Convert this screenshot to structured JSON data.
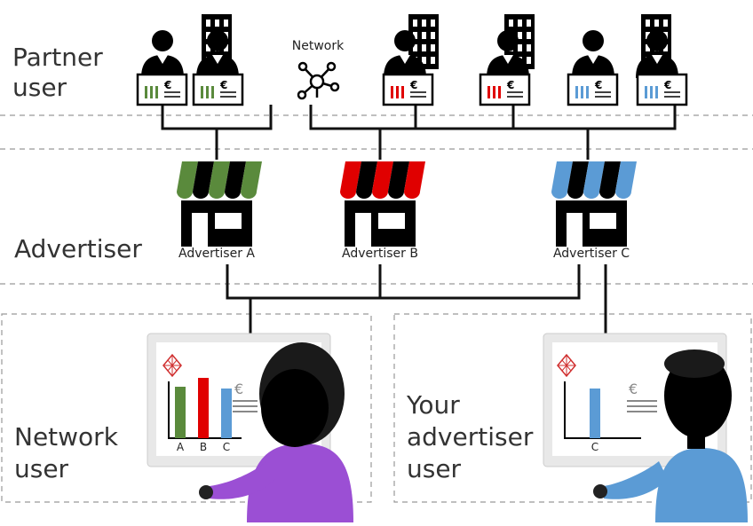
{
  "zones": {
    "partner": [
      "Partner",
      "user"
    ],
    "advertiser": [
      "Advertiser"
    ],
    "network_user": [
      "Network",
      "user"
    ],
    "your_advertiser_user": [
      "Your",
      "advertiser",
      "user"
    ]
  },
  "network_label": "Network",
  "currency_symbol": "€",
  "advertisers": [
    {
      "label": "Advertiser A",
      "color": "#5a8a3c"
    },
    {
      "label": "Advertiser B",
      "color": "#e00000"
    },
    {
      "label": "Advertiser C",
      "color": "#5b9bd5"
    }
  ],
  "network_chart": {
    "categories": [
      "A",
      "B",
      "C"
    ],
    "colors": [
      "#5a8a3c",
      "#e00000",
      "#5b9bd5"
    ]
  },
  "advertiser_chart": {
    "categories": [
      "C"
    ],
    "colors": [
      "#5b9bd5"
    ]
  },
  "colors": {
    "network_user_shirt": "#9b4fd4",
    "advertiser_user_shirt": "#5b9bd5",
    "logo": "#d03030"
  }
}
